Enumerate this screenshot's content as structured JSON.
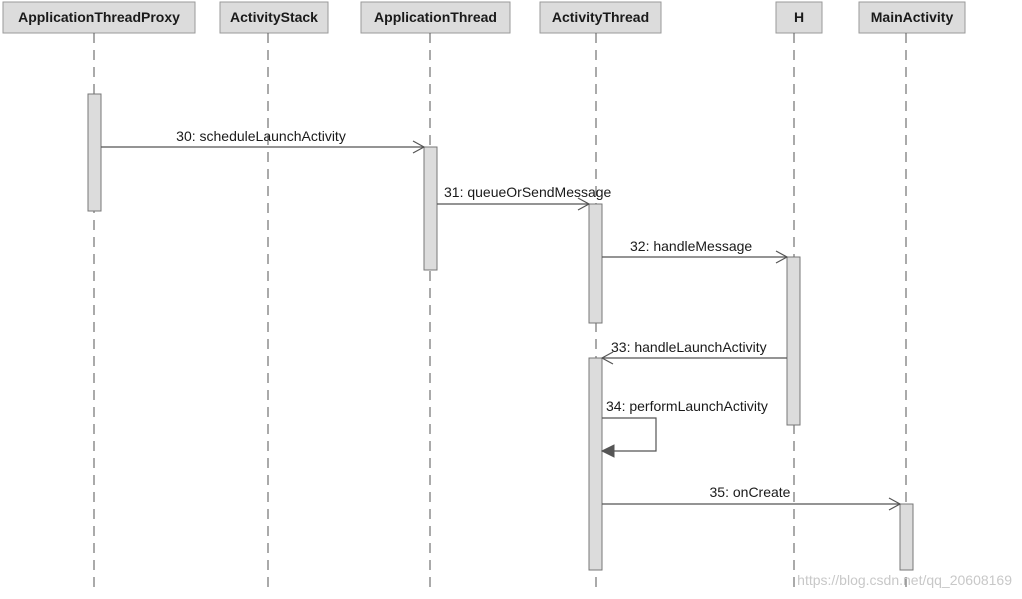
{
  "lifelines": [
    {
      "id": "proxy",
      "label": "ApplicationThreadProxy"
    },
    {
      "id": "stack",
      "label": "ActivityStack"
    },
    {
      "id": "appthread",
      "label": "ApplicationThread"
    },
    {
      "id": "actthread",
      "label": "ActivityThread"
    },
    {
      "id": "h",
      "label": "H"
    },
    {
      "id": "main",
      "label": "MainActivity"
    }
  ],
  "messages": [
    {
      "number": "30",
      "label": "30: scheduleLaunchActivity",
      "from": "proxy",
      "to": "appthread"
    },
    {
      "number": "31",
      "label": "31: queueOrSendMessage",
      "from": "appthread",
      "to": "actthread"
    },
    {
      "number": "32",
      "label": "32: handleMessage",
      "from": "actthread",
      "to": "h"
    },
    {
      "number": "33",
      "label": "33: handleLaunchActivity",
      "from": "h",
      "to": "actthread"
    },
    {
      "number": "34",
      "label": "34: performLaunchActivity",
      "from": "actthread",
      "to": "actthread"
    },
    {
      "number": "35",
      "label": "35: onCreate",
      "from": "actthread",
      "to": "main"
    }
  ],
  "watermark": "https://blog.csdn.net/qq_20608169",
  "colors": {
    "header_fill": "#dcdcdc",
    "activation_fill": "#dcdcdc",
    "line": "#555555",
    "text": "#1a1a1a"
  }
}
